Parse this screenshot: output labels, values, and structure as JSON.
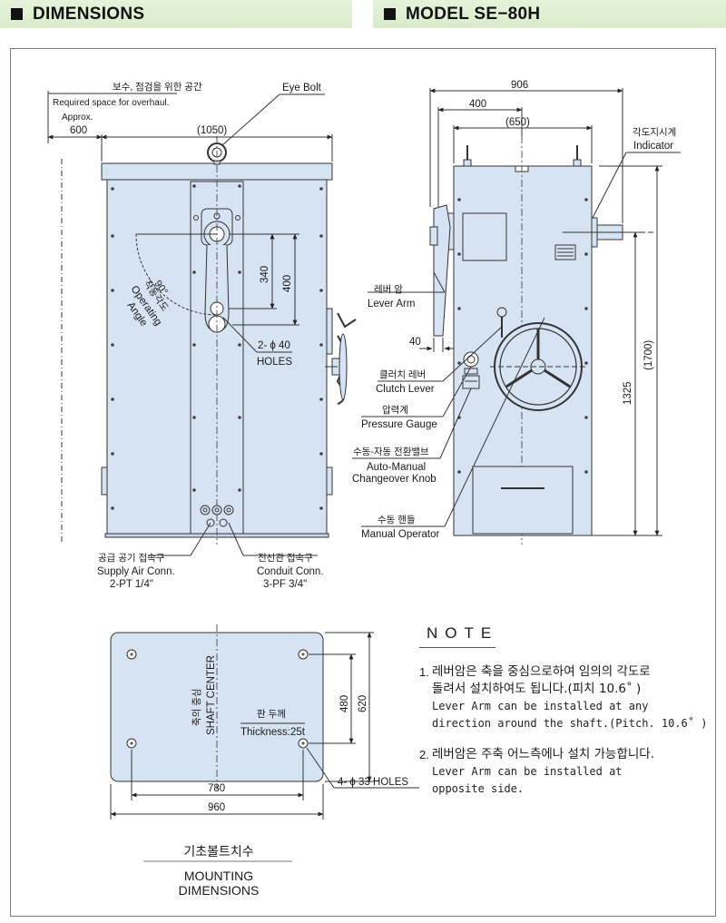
{
  "headers": {
    "dimensions": "DIMENSIONS",
    "model": "MODEL SE−80H"
  },
  "front_view": {
    "overhaul_ko": "보수, 점검을 위한 공간",
    "overhaul_en": "Required space for overhaul.",
    "approx": "Approx.",
    "dim_600": "600",
    "dim_1050": "(1050)",
    "eye_bolt": "Eye Bolt",
    "dim_340": "340",
    "dim_400": "400",
    "angle_90": "90°",
    "operating_angle_ko": "작동각도",
    "operating_angle_en_1": "Operating",
    "operating_angle_en_2": "Angle",
    "holes_spec": "2- ϕ 40",
    "holes_label": "HOLES",
    "supply_ko": "공급 공기 접속구",
    "supply_en": "Supply Air Conn.",
    "supply_spec": "2-PT 1/4\"",
    "conduit_ko": "전선관 접속구",
    "conduit_en": "Conduit Conn.",
    "conduit_spec": "3-PF 3/4\""
  },
  "side_view": {
    "dim_906": "906",
    "dim_400": "400",
    "dim_650": "(650)",
    "indicator_ko": "각도지시계",
    "indicator_en": "Indicator",
    "lever_ko": "레버 암",
    "lever_en": "Lever Arm",
    "dim_40": "40",
    "clutch_ko": "클러치 레버",
    "clutch_en": "Clutch Lever",
    "gauge_ko": "압력계",
    "gauge_en": "Pressure Gauge",
    "changeover_ko": "수동-자동 전환밸브",
    "changeover_en_1": "Auto-Manual",
    "changeover_en_2": "Changeover Knob",
    "manual_ko": "수동 핸들",
    "manual_en": "Manual Operator",
    "dim_1325": "1325",
    "dim_1700": "(1700)"
  },
  "mounting": {
    "shaft_ko": "축의 중심",
    "shaft_en": "SHAFT CENTER",
    "thickness_ko": "판 두께",
    "thickness_en": "Thickness:25t",
    "dim_480": "480",
    "dim_620": "620",
    "dim_780": "780",
    "dim_960": "960",
    "holes": "4- ϕ 33 HOLES",
    "title_ko": "기초볼트치수",
    "title_en": "MOUNTING DIMENSIONS"
  },
  "note": {
    "title": "NOTE",
    "item1_num": "1.",
    "item1_ko_1": "레버암은 축을 중심으로하여 임의의 각도로",
    "item1_ko_2": "돌려서 설치하여도 됩니다.(피치 10.6˚ )",
    "item1_en_1": "Lever Arm can be installed at any",
    "item1_en_2": "direction around the shaft.(Pitch. 10.6˚ )",
    "item2_num": "2.",
    "item2_ko": "레버암은 주축 어느측에나 설치 가능합니다.",
    "item2_en_1": "Lever Arm can be installed at",
    "item2_en_2": "opposite side."
  },
  "colors": {
    "body_fill": "#d5e3f3",
    "header_bg": "#dcedcc",
    "line": "#333333"
  }
}
